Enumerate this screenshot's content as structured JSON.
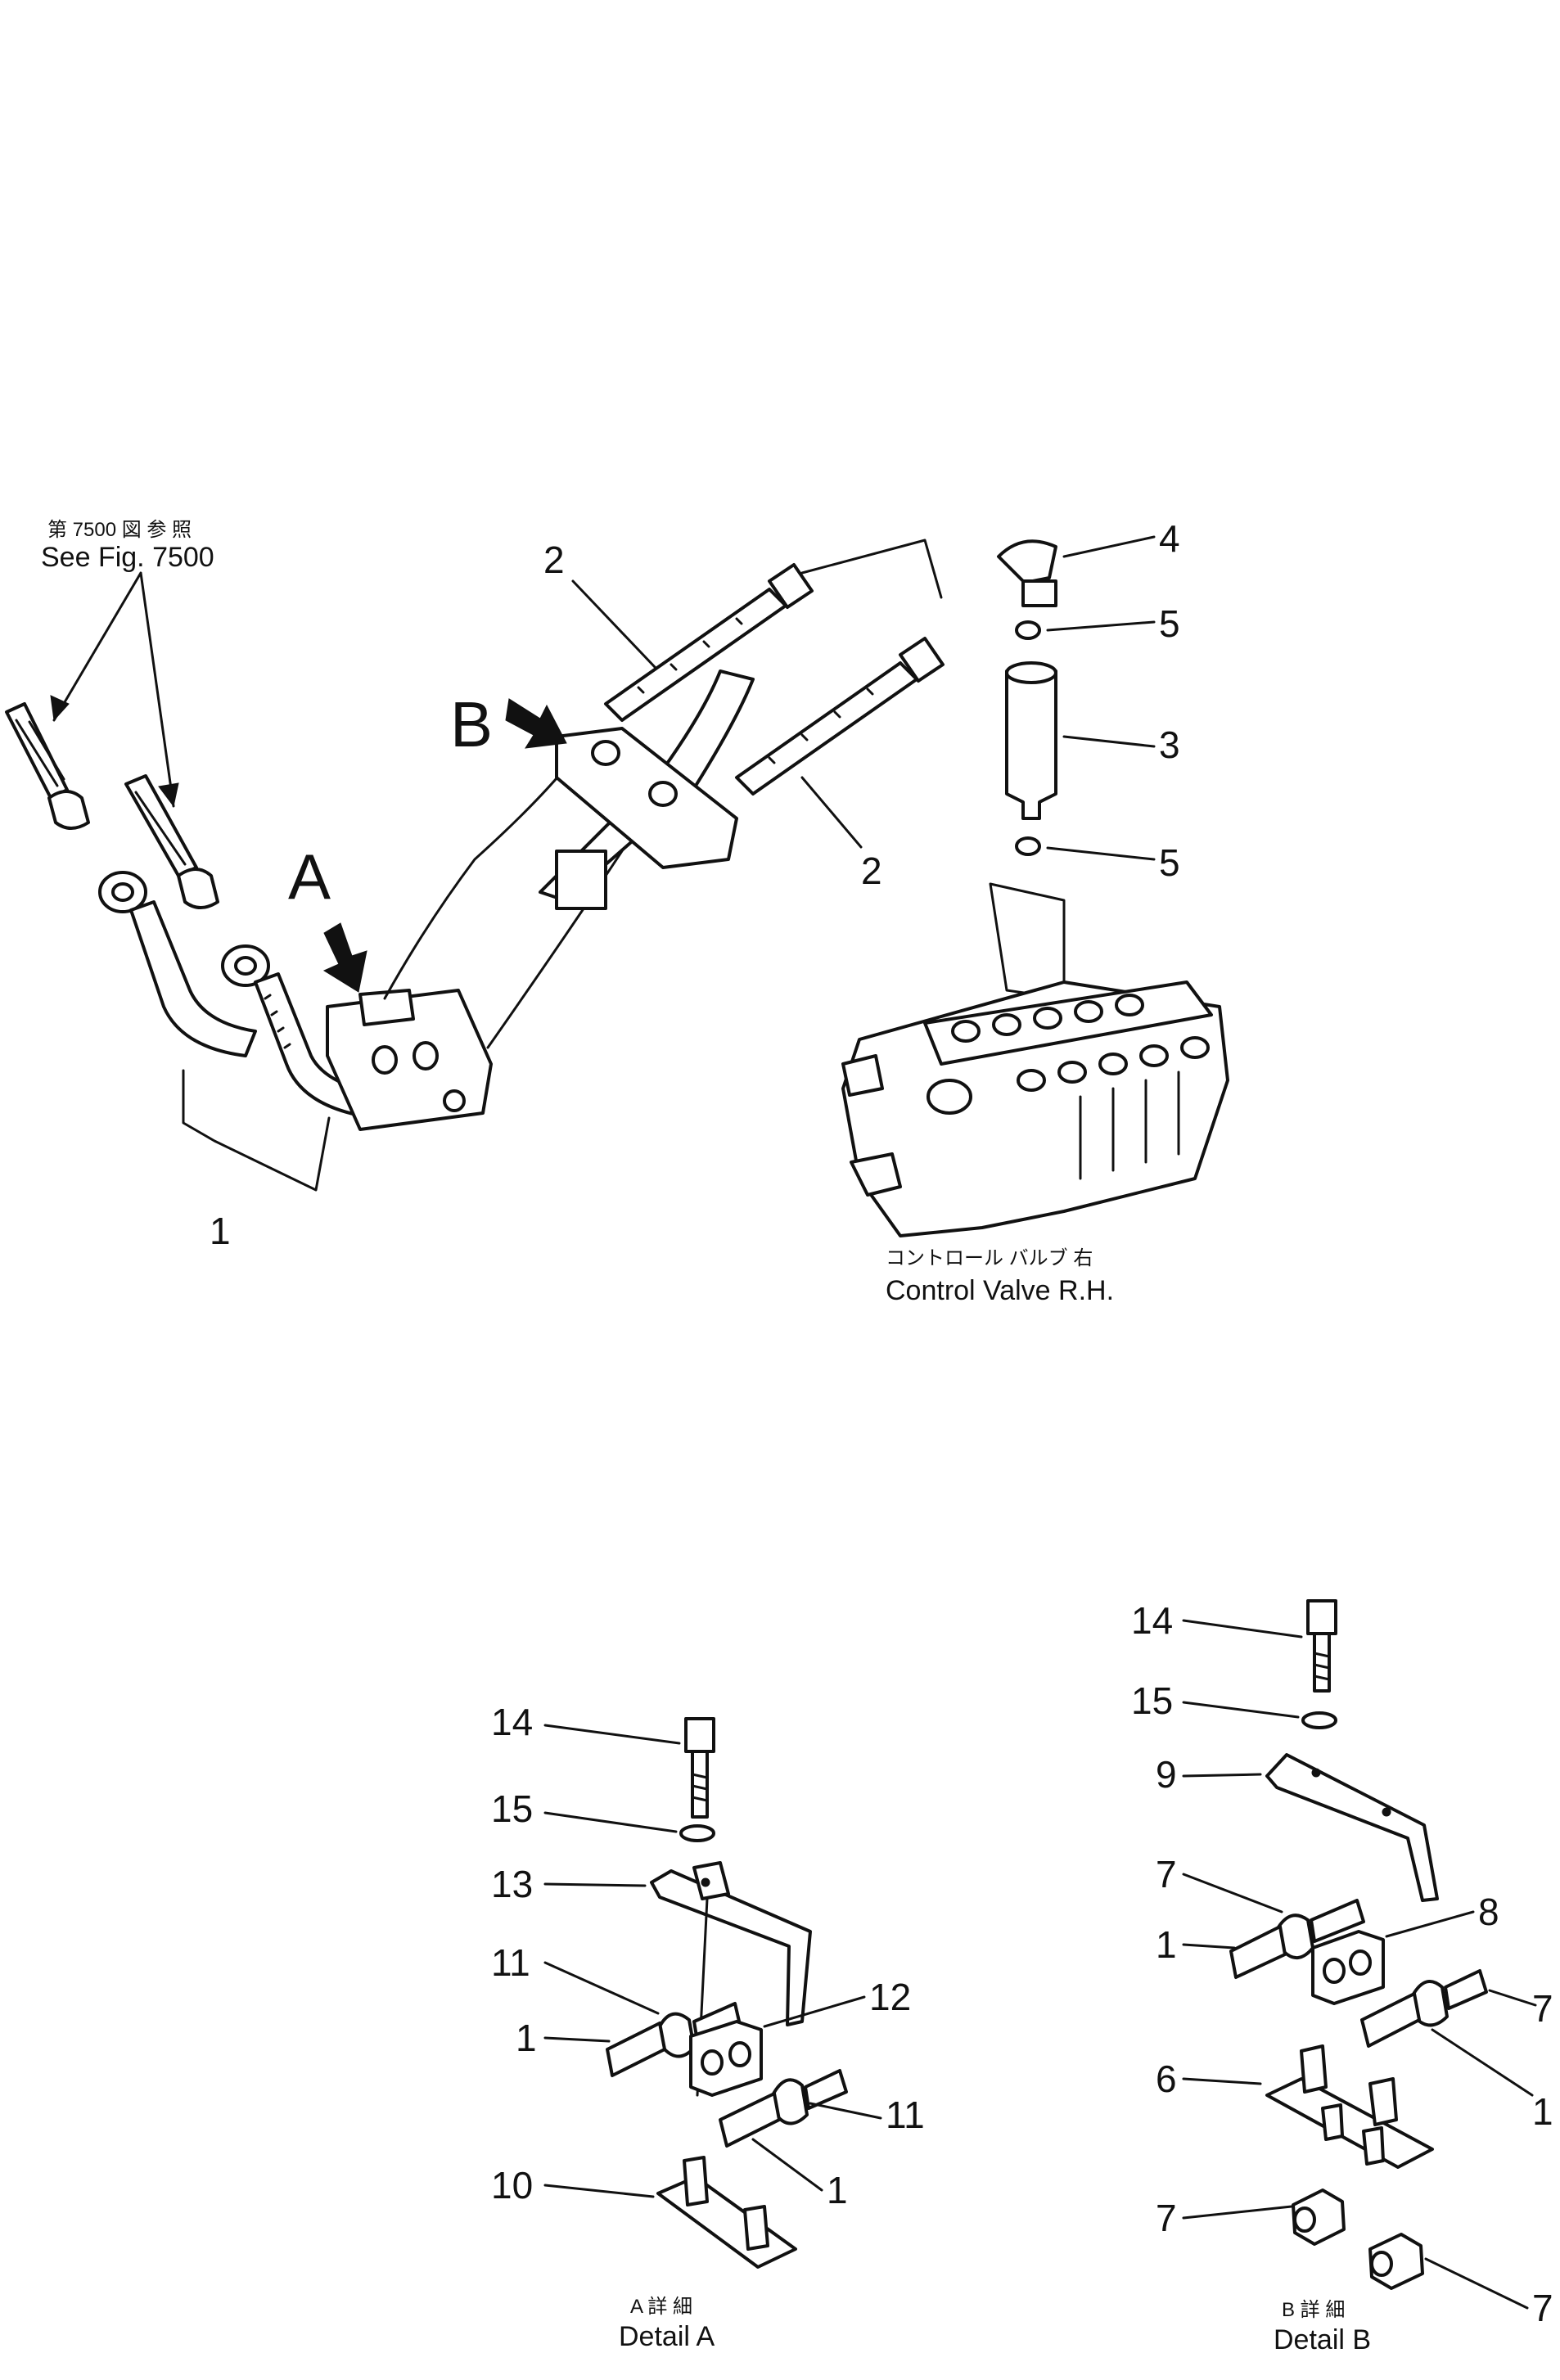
{
  "references": {
    "see_fig_jp": "第 7500 図 参 照",
    "see_fig_en": "See Fig. 7500"
  },
  "view_markers": {
    "a": "A",
    "b": "B"
  },
  "control_valve": {
    "label_jp": "コントロール バルブ 右",
    "label_en": "Control Valve R.H."
  },
  "callouts_main": {
    "hose_left": "1",
    "hose_upper": "2",
    "hose_lower": "2",
    "spacer": "3",
    "elbow": "4",
    "oring_upper": "5",
    "oring_lower": "5"
  },
  "detail_a": {
    "caption_jp": "A 詳 細",
    "caption_en": "Detail A",
    "bolt": "14",
    "washer": "15",
    "clamp_upper": "13",
    "grommet_upper": "11",
    "hose_left": "1",
    "block": "12",
    "grommet_lower": "11",
    "hose_right": "1",
    "bracket": "10"
  },
  "detail_b": {
    "caption_jp": "B 詳 細",
    "caption_en": "Detail B",
    "bolt": "14",
    "washer": "15",
    "clamp_upper": "9",
    "grommet_upper": "7",
    "hose_left": "1",
    "block": "8",
    "grommet_right": "7",
    "hose_right": "1",
    "bracket": "6",
    "grommet_loose_1": "7",
    "grommet_loose_2": "7"
  }
}
